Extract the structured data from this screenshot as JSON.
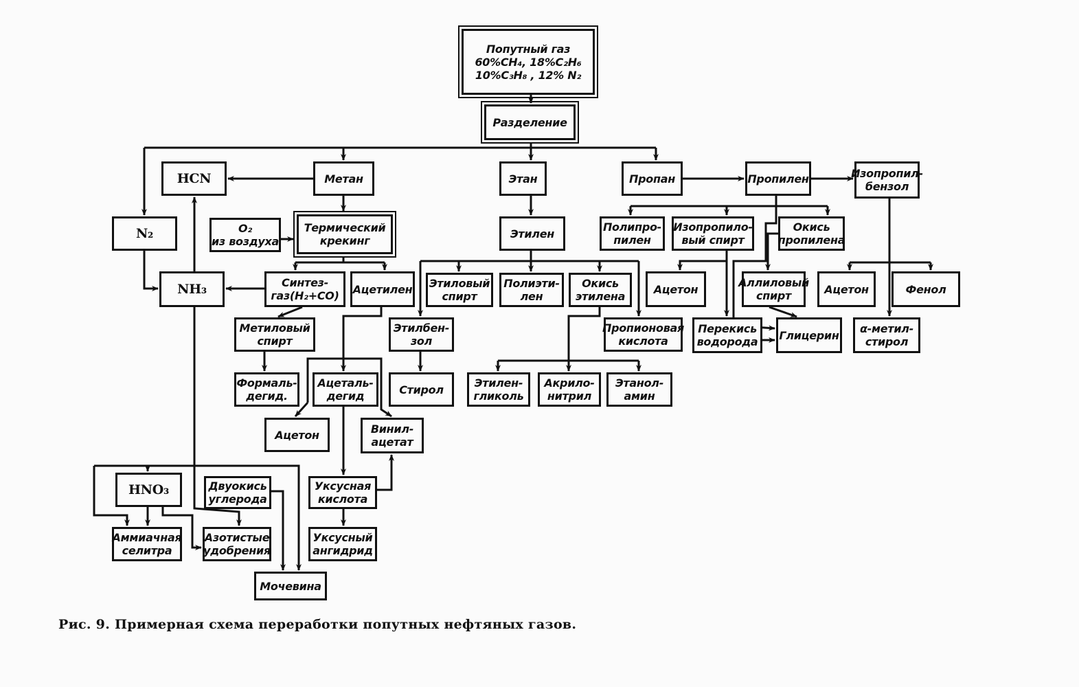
{
  "nodes": {
    "source": "Попутный газ\n60%CH₄, 18%C₂H₆\n10%C₃H₈ , 12% N₂",
    "separation": "Разделение",
    "hcn": "HCN",
    "methane": "Метан",
    "ethane": "Этан",
    "propane": "Пропан",
    "propylene": "Пропилен",
    "isopropylbenzene": "Изопропил-\nбензол",
    "n2": "N₂",
    "o2": "O₂\nиз воздуха",
    "cracking": "Термический\nкрекинг",
    "ethylene": "Этилен",
    "polypropylene": "Полипро-\nпилен",
    "isopropanol": "Изопропило-\nвый спирт",
    "propylene_oxide": "Окись\nпропилена",
    "syngas": "Синтез-\nгаз(H₂+CO)",
    "acetylene": "Ацетилен",
    "nh3": "NH₃",
    "ethanol": "Этиловый\nспирт",
    "polyethylene": "Полиэти-\nлен",
    "ethylene_oxide": "Окись\nэтилена",
    "acetone_2": "Ацетон",
    "allyl_alcohol": "Аллиловый\nспирт",
    "acetone_3": "Ацетон",
    "phenol": "Фенол",
    "methanol": "Метиловый\nспирт",
    "ethylbenzene": "Этилбен-\nзол",
    "propionic_acid": "Пропионовая\nкислота",
    "hydrogen_peroxide": "Перекись\nводорода",
    "glycerin": "Глицерин",
    "alpha_methylstyrene": "α-метил-\nстирол",
    "formaldehyde": "Формаль-\nдегид.",
    "acetaldehyde": "Ацеталь-\nдегид",
    "styrene": "Стирол",
    "ethylene_glycol": "Этилен-\nгликоль",
    "acrylonitrile": "Акрило-\nнитрил",
    "ethanolamine": "Этанол-\nамин",
    "acetone_1": "Ацетон",
    "vinyl_acetate": "Винил-\nацетат",
    "hno3": "HNO₃",
    "co2": "Двуокись\nуглерода",
    "acetic_acid": "Уксусная\nкислота",
    "ammonium_nitrate": "Аммиачная\nселитра",
    "nitrogen_fertilizers": "Азотистые\nудобрения",
    "acetic_anhydride": "Уксусный\nангидрид",
    "urea": "Мочевина"
  },
  "caption": "Рис. 9. Примерная схема переработки попутных нефтяных газов."
}
